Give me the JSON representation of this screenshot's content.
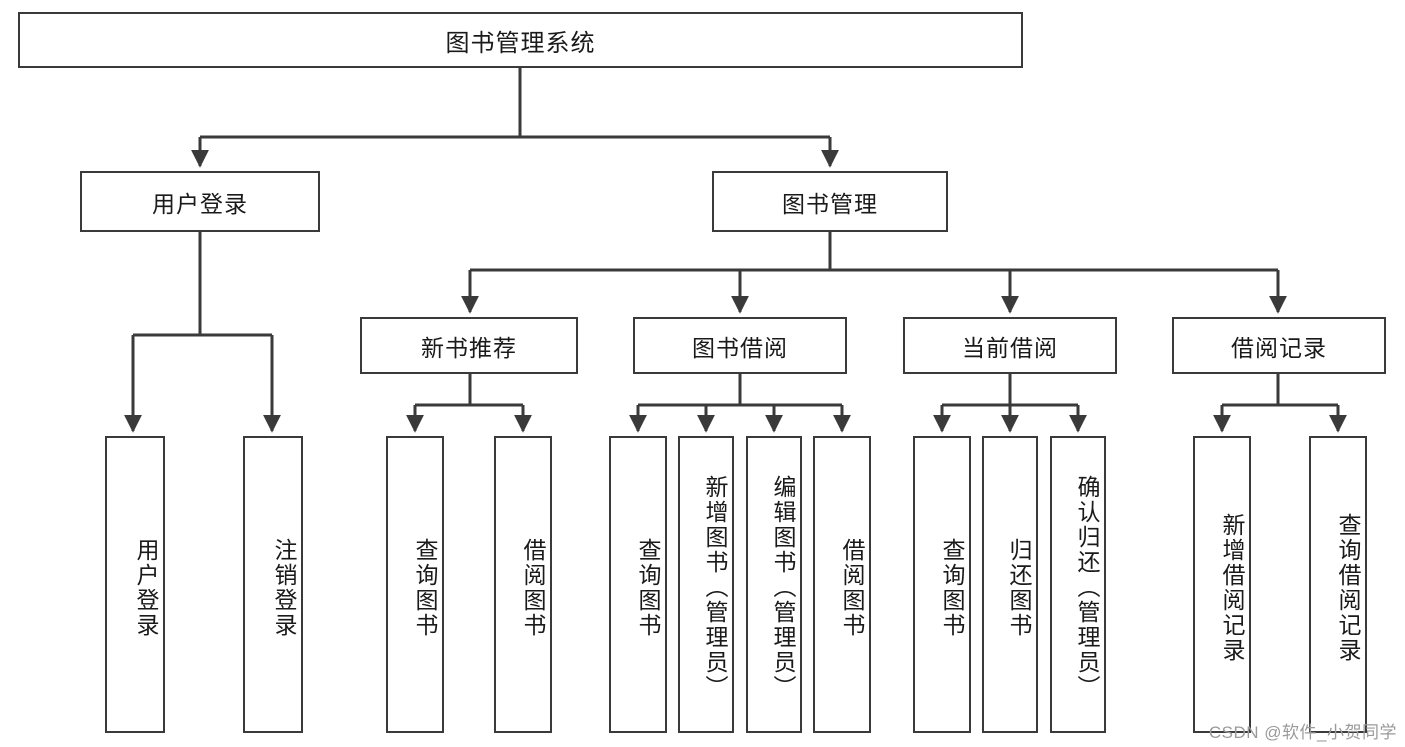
{
  "diagram": {
    "title": "图书管理系统",
    "type": "tree-structure-chart",
    "root": {
      "label": "图书管理系统"
    },
    "level2": [
      {
        "label": "用户登录"
      },
      {
        "label": "图书管理"
      }
    ],
    "level3": [
      {
        "label": "新书推荐"
      },
      {
        "label": "图书借阅"
      },
      {
        "label": "当前借阅"
      },
      {
        "label": "借阅记录"
      }
    ],
    "leaves": {
      "user_login": [
        {
          "label": "用户登录"
        },
        {
          "label": "注销登录"
        }
      ],
      "new_book_recommend": [
        {
          "label": "查询图书"
        },
        {
          "label": "借阅图书"
        }
      ],
      "book_borrow": [
        {
          "label": "查询图书"
        },
        {
          "label": "新增图书（管理员）"
        },
        {
          "label": "编辑图书（管理员）"
        },
        {
          "label": "借阅图书"
        }
      ],
      "current_borrow": [
        {
          "label": "查询图书"
        },
        {
          "label": "归还图书"
        },
        {
          "label": "确认归还（管理员）"
        }
      ],
      "borrow_record": [
        {
          "label": "新增借阅记录"
        },
        {
          "label": "查询借阅记录"
        }
      ]
    }
  },
  "watermark": {
    "text": "CSDN @软件_小贺同学"
  },
  "colors": {
    "stroke": "#3a3a3a",
    "text": "#1a1a1a",
    "background": "#ffffff",
    "watermark": "#9a9a9a"
  }
}
